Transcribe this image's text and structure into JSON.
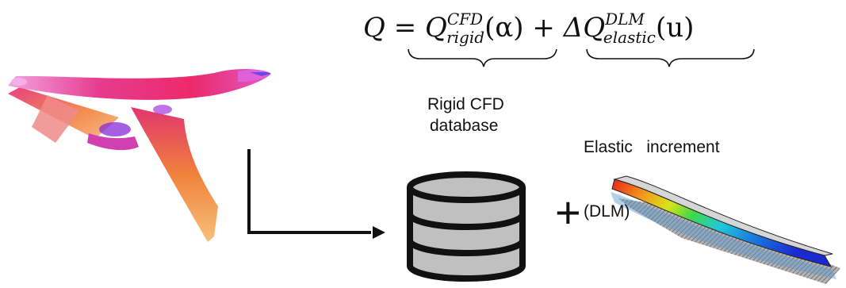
{
  "equation": {
    "lhs": "Q",
    "eq": "=",
    "term1_base": "Q",
    "term1_sup": "CFD",
    "term1_sub": "rigid",
    "term1_arg": "(α)",
    "plus": "+",
    "term2_delta": "ΔQ",
    "term2_sup": "DLM",
    "term2_sub": "elastic",
    "term2_arg": "(u)"
  },
  "labels": {
    "rigid_line1": "Rigid CFD",
    "rigid_line2": "database",
    "elastic_line1": "Elastic   increment",
    "elastic_line2": "(DLM)"
  },
  "plus_sign": "+",
  "colors": {
    "aircraft_main": "#e0307a",
    "aircraft_wing": "#f07a3a",
    "aircraft_hot": "#b02ad8",
    "database_fill": "#c0c0c0",
    "ink": "#111111"
  },
  "icons": [
    "aircraft-pressure-render",
    "arrow-icon",
    "database-icon",
    "elastic-beam-icon"
  ]
}
